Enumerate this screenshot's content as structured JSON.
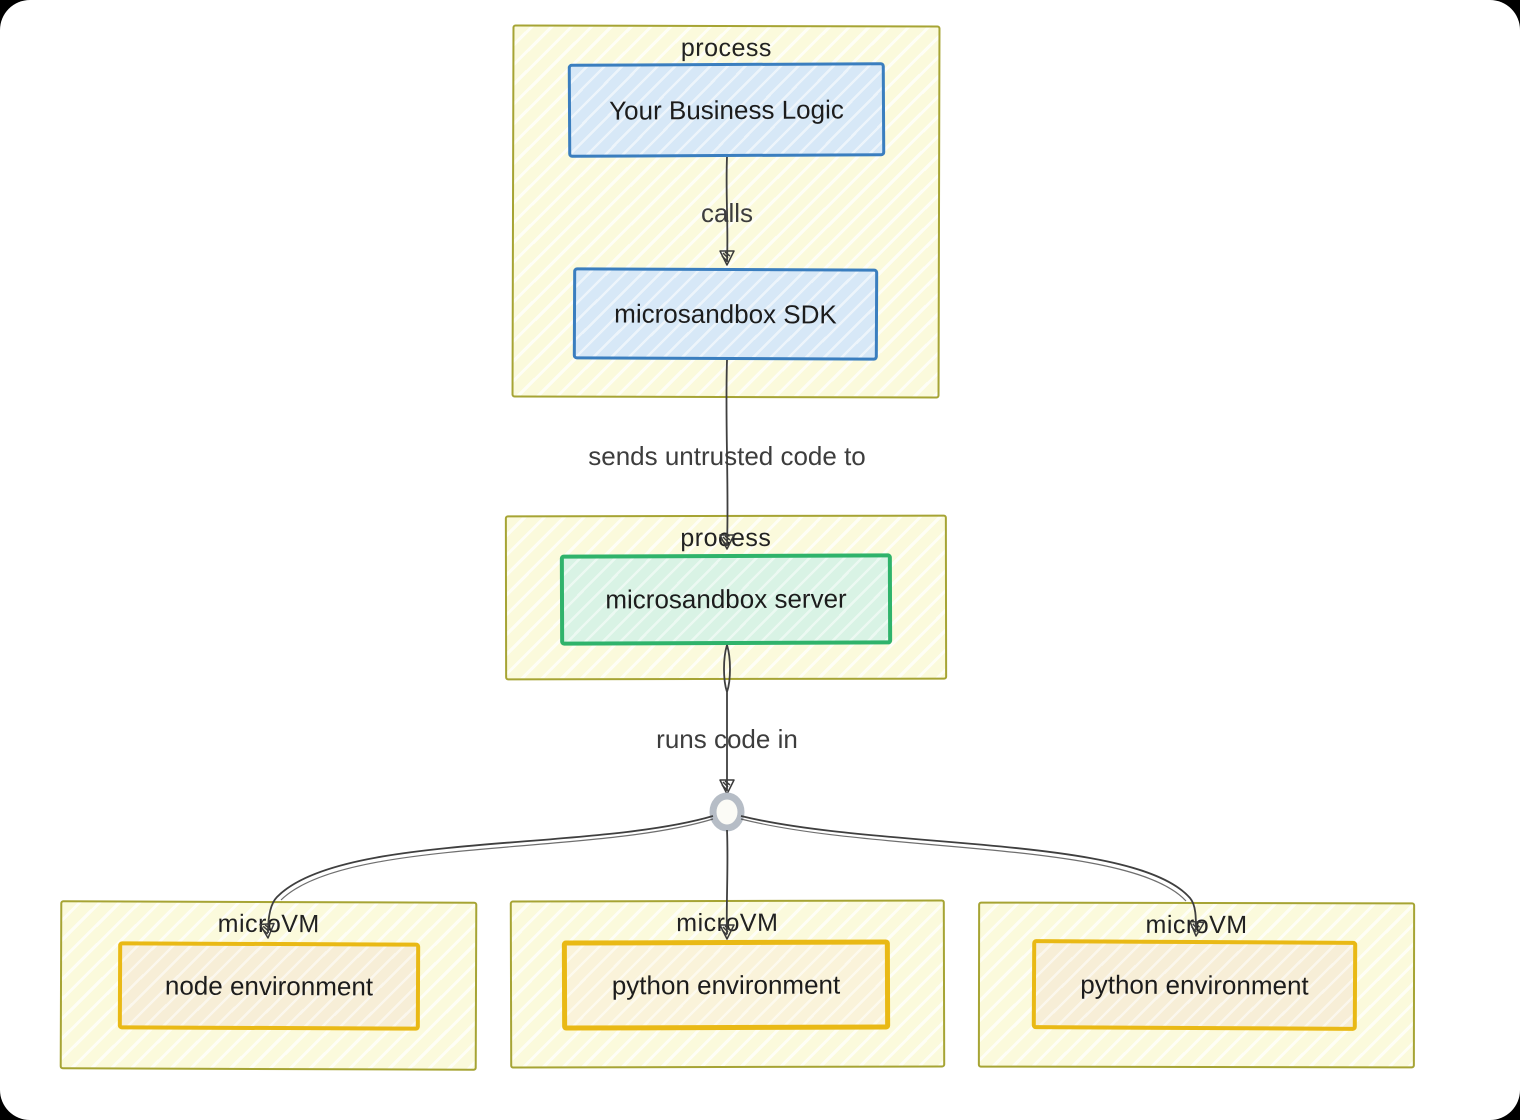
{
  "diagram": {
    "kind": "flowchart (hand-drawn style)",
    "groups": {
      "top_process": {
        "label": "process"
      },
      "server_process": {
        "label": "process"
      },
      "microvm_left": {
        "label": "microVM"
      },
      "microvm_middle": {
        "label": "microVM"
      },
      "microvm_right": {
        "label": "microVM"
      }
    },
    "nodes": {
      "business_logic": {
        "label": "Your Business Logic"
      },
      "sdk": {
        "label": "microsandbox SDK"
      },
      "server": {
        "label": "microsandbox server"
      },
      "node_env": {
        "label": "node environment"
      },
      "python_env_middle": {
        "label": "python environment"
      },
      "python_env_right": {
        "label": "python environment"
      }
    },
    "edges": {
      "calls": {
        "label": "calls"
      },
      "sends_untrusted": {
        "label": "sends untrusted code to"
      },
      "runs_code_in": {
        "label": "runs code in"
      }
    },
    "colors": {
      "container_fill": "#fbfadc",
      "container_border": "#a6a434",
      "blue_fill": "#d7e8f7",
      "blue_border": "#3a7ebf",
      "green_fill": "#d9f3e5",
      "green_border": "#2fb36b",
      "tan_fill": "#f7eed7",
      "gold_border": "#e9b915",
      "edge_stroke": "#3f3f3f",
      "junction_ring": "#b6bdc6",
      "node_text": "#1c1c1c",
      "edge_label_text": "#3d3d3d"
    }
  }
}
